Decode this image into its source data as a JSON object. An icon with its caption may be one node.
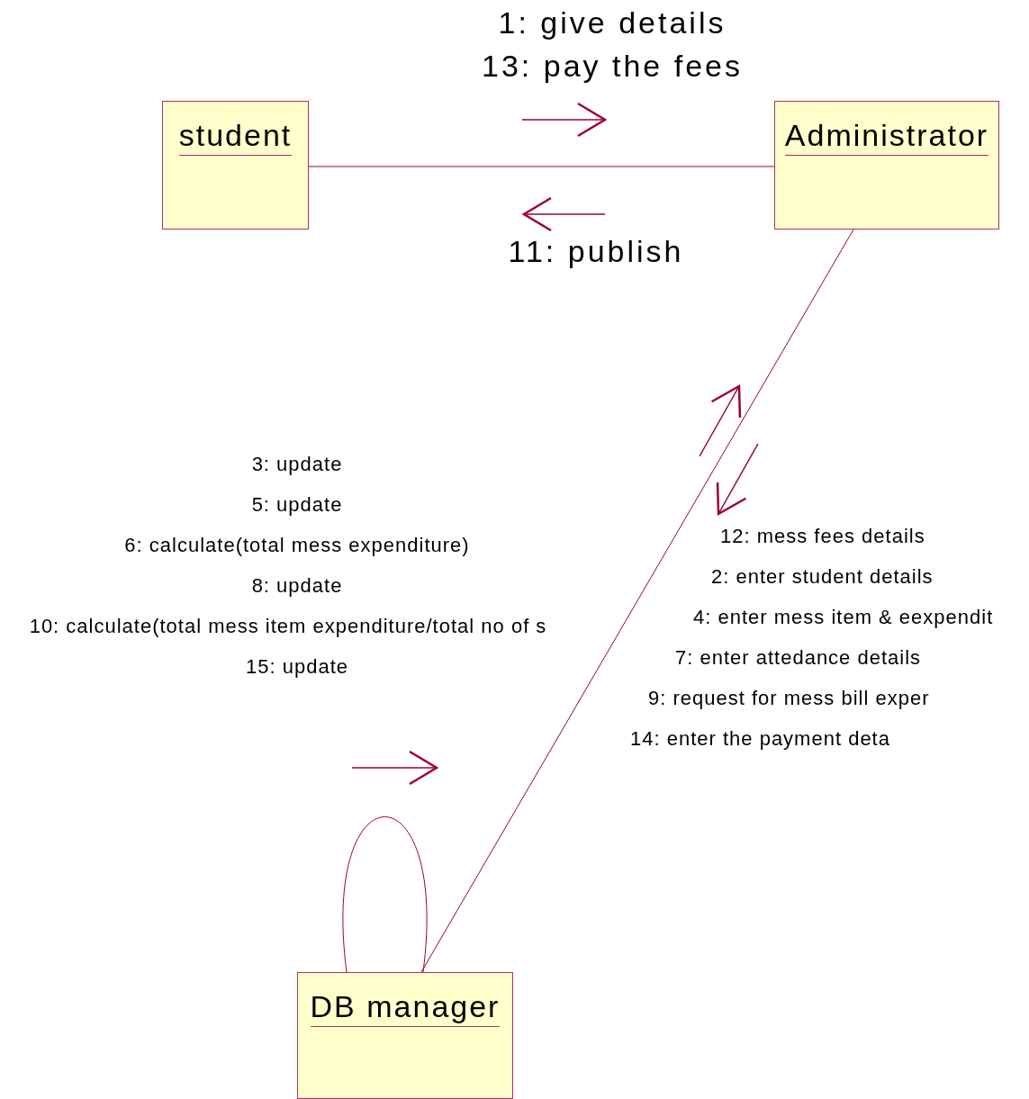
{
  "diagram": {
    "nodes": [
      {
        "text": [
          "student"
        ]
      },
      {
        "text": [
          "Administrator"
        ]
      },
      {
        "text": [
          "DB manager"
        ]
      }
    ],
    "edges": [
      {
        "from": 0,
        "to": 1,
        "arrow": "none"
      },
      {
        "from": 1,
        "to": 2,
        "arrow": "none"
      },
      {
        "from": 2,
        "to": 2,
        "arrow": "none"
      }
    ],
    "labels": [
      "1: give details",
      "13: pay the fees",
      "11: publish",
      "3: update",
      "5: update",
      "6: calculate(total mess expenditure)",
      "8: update",
      "10: calculate(total mess item expenditure/total no of s",
      "15: update",
      "12: mess fees details",
      "2: enter student details",
      "4: enter mess item & eexpendit",
      "7: enter attedance details",
      "9: request for mess bill exper",
      "14: enter the payment deta"
    ]
  }
}
